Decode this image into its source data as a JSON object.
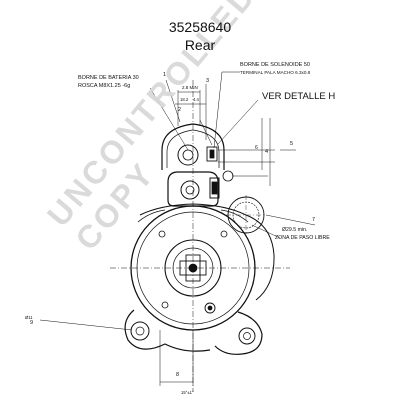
{
  "header": {
    "part_number": "35258640",
    "view": "Rear"
  },
  "labels": {
    "bateria_line1": "BORNE DE BATERIA 30",
    "bateria_line2": "ROSCA M8X1.25 -6g",
    "solenoide_line1": "BORNE DE SOLENOIDE 50",
    "solenoide_line2": "TERMINAL PALA MACHO 6.3x0.8",
    "detalle": "VER DETALLE H",
    "paso_line1": "Ø29.5 min.",
    "paso_line2": "ZONA DE PASO LIBRE"
  },
  "dimensions": {
    "d1": "2.8 MIN",
    "d2": "18.2",
    "d3": "4.4",
    "d4": "6",
    "d5": "15°±1°",
    "d6": "Ø11"
  },
  "callouts": [
    "1",
    "2",
    "3",
    "4",
    "5",
    "7",
    "8",
    "9"
  ],
  "watermark": "UNCONTROLLED COPY",
  "colors": {
    "line": "#111111",
    "watermark": "#d7d7d7"
  }
}
